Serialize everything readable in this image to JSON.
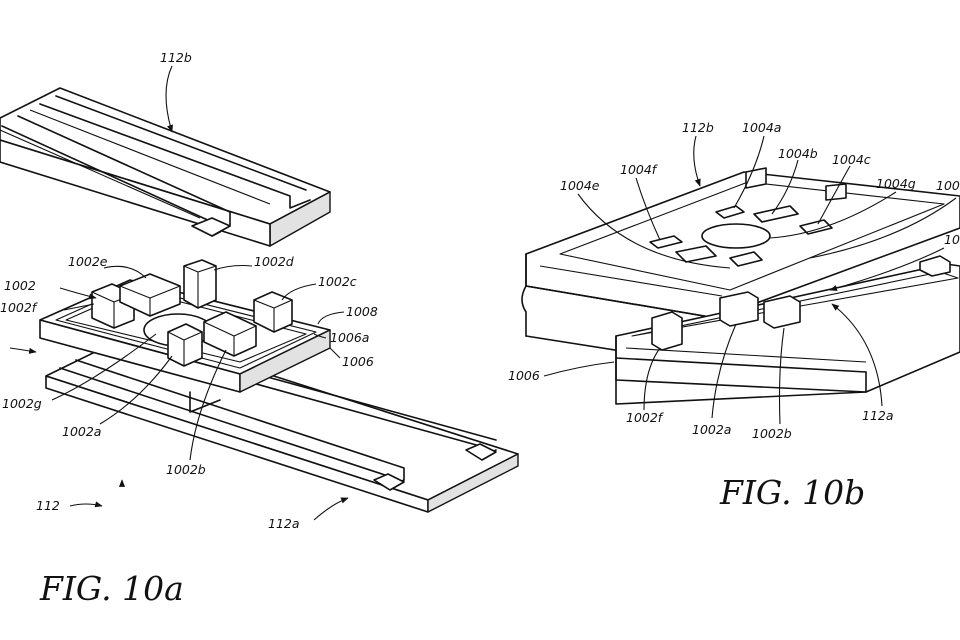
{
  "figure_a": {
    "caption": "FIG. 10a",
    "labels": {
      "l112b": "112b",
      "l1002e": "1002e",
      "l1002d": "1002d",
      "l1002c": "1002c",
      "l1002": "1002",
      "l1002f": "1002f",
      "l1008": "1008",
      "l1006a": "1006a",
      "l1006": "1006",
      "l1002g": "1002g",
      "l1002a": "1002a",
      "l1002b": "1002b",
      "l112": "112",
      "l112a": "112a"
    }
  },
  "figure_b": {
    "caption": "FIG. 10b",
    "labels": {
      "l112b": "112b",
      "l1004a": "1004a",
      "l1004b": "1004b",
      "l1004c": "1004c",
      "l1004f": "1004f",
      "l1004e": "1004e",
      "l1004g": "1004g",
      "l100": "100",
      "l10": "10",
      "l1006": "1006",
      "l1002f": "1002f",
      "l1002a": "1002a",
      "l1002b": "1002b",
      "l112a": "112a"
    }
  }
}
